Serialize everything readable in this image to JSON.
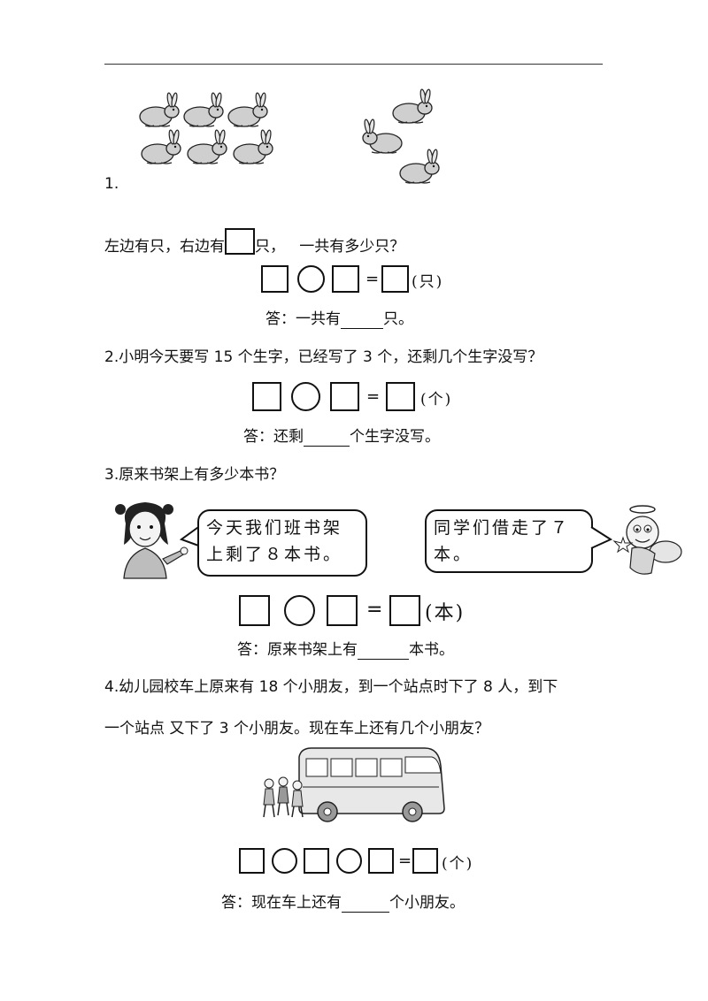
{
  "q1": {
    "number": "1.",
    "question_part1": "左边有只，右边有",
    "question_part2": "只，",
    "question_part3": "一共有多少只？",
    "unit": "(只)",
    "answer_prefix": "答：一共有",
    "answer_suffix": "只。",
    "icons": [
      "rabbit-icon"
    ]
  },
  "q2": {
    "question": "2.小明今天要写 15 个生字，已经写了 3 个，还剩几个生字没写？",
    "unit": "(个)",
    "answer_prefix": "答：还剩",
    "answer_suffix": "个生字没写。"
  },
  "q3": {
    "question": "3.原来书架上有多少本书？",
    "bubble_left": "今天我们班书架上剩了８本书。",
    "bubble_right": "同学们借走了７本。",
    "unit": "(本)",
    "answer_prefix": "答：原来书架上有",
    "answer_suffix": "本书。"
  },
  "q4": {
    "question_line1": "4.幼儿园校车上原来有 18 个小朋友，到一个站点时下了  8 人，到下",
    "question_line2": "一个站点  又下了 3 个小朋友。现在车上还有几个小朋友？",
    "unit": "(个)",
    "answer_prefix": "答：现在车上还有",
    "answer_suffix": "个小朋友。"
  },
  "equals": "="
}
